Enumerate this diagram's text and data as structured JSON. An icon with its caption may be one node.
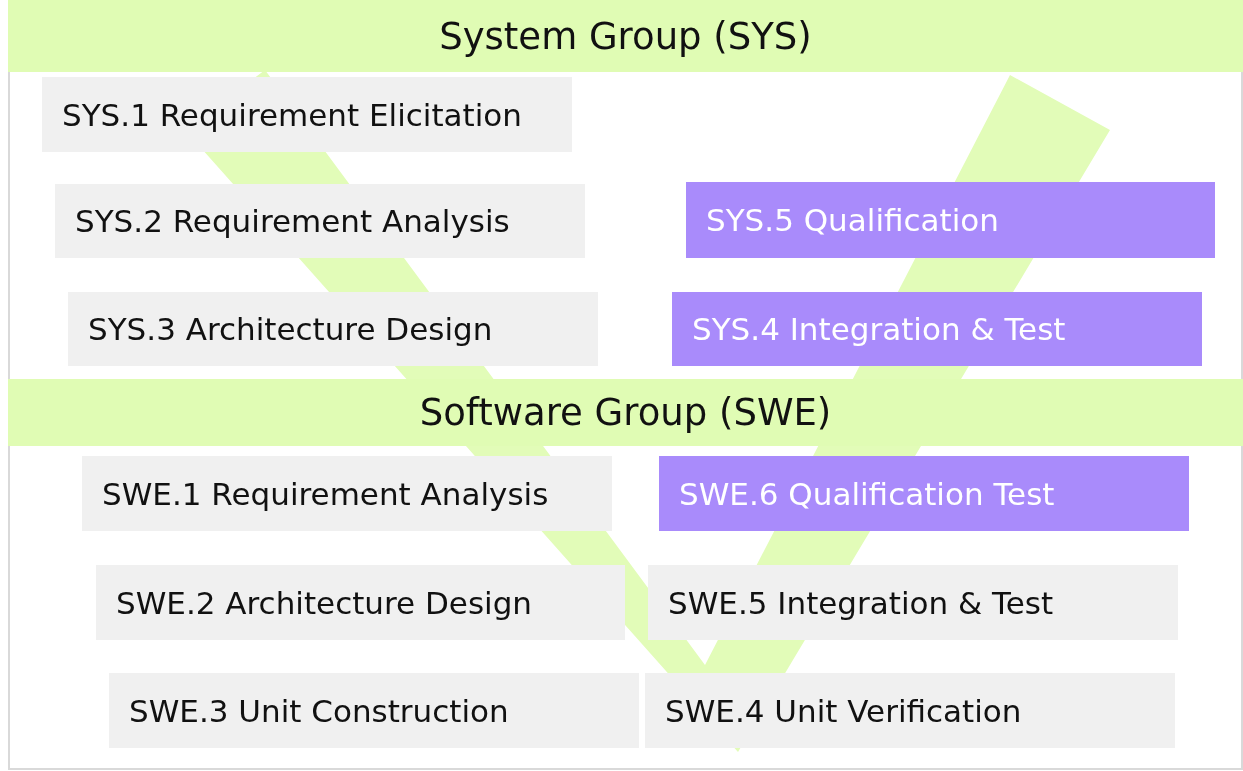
{
  "diagram": {
    "nodes": [
      {
        "text": [
          "System Group (SYS)"
        ]
      },
      {
        "text": [
          "SYS.1 Requirement Elicitation"
        ]
      },
      {
        "text": [
          "SYS.2 Requirement Analysis"
        ]
      },
      {
        "text": [
          "SYS.5 Qualification"
        ]
      },
      {
        "text": [
          "SYS.3 Architecture Design"
        ]
      },
      {
        "text": [
          "SYS.4 Integration & Test"
        ]
      },
      {
        "text": [
          "Software Group (SWE)"
        ]
      },
      {
        "text": [
          "SWE.1 Requirement Analysis"
        ]
      },
      {
        "text": [
          "SWE.6 Qualification Test"
        ]
      },
      {
        "text": [
          "SWE.2 Architecture Design"
        ]
      },
      {
        "text": [
          "SWE.5 Integration & Test"
        ]
      },
      {
        "text": [
          "SWE.3 Unit Construction"
        ]
      },
      {
        "text": [
          "SWE.4 Unit Verification"
        ]
      }
    ],
    "edges": []
  }
}
